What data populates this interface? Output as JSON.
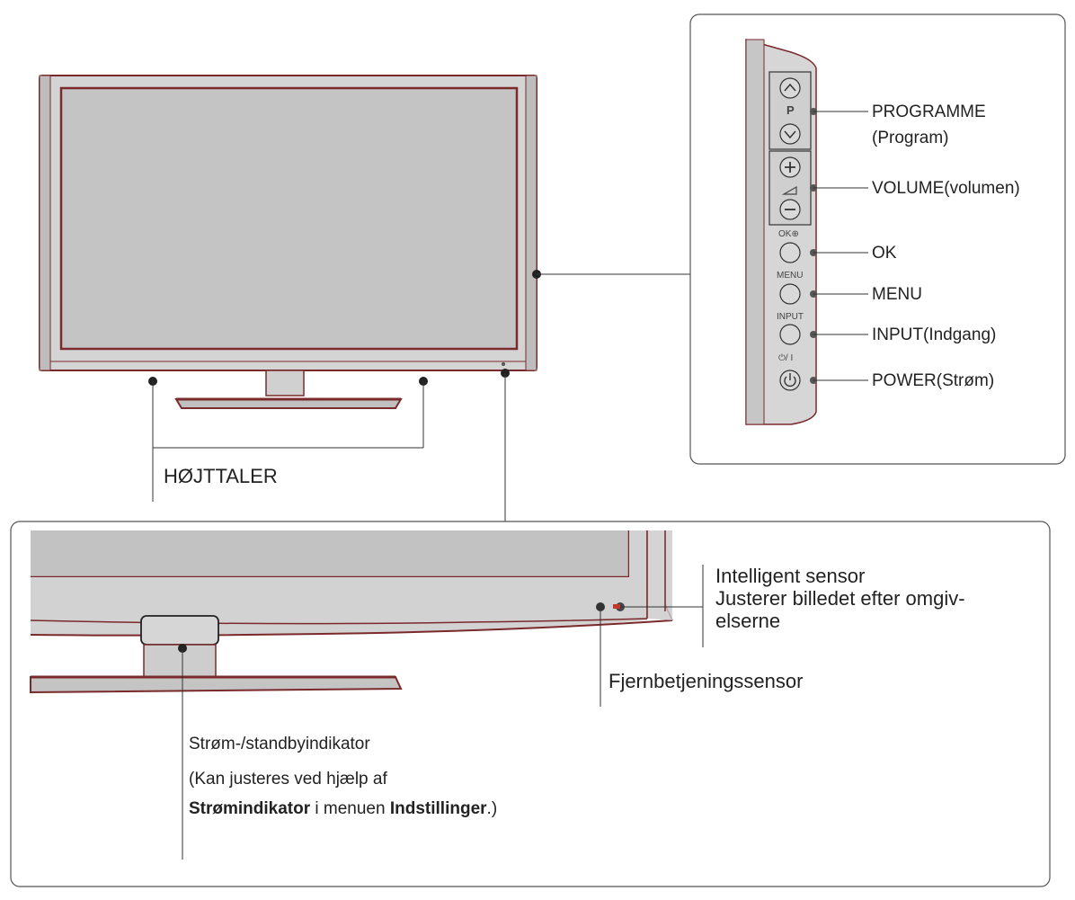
{
  "colors": {
    "frame": "#7a2a2a",
    "bezel": "#cfcfcf",
    "panel": "#c8c8c8",
    "line": "#333333"
  },
  "side_panel": {
    "button_labels": {
      "p": "P",
      "vol": "⊿",
      "ok": "OK⊕",
      "menu": "MENU",
      "input": "INPUT",
      "power": "⏻/ I"
    },
    "callouts": {
      "programme_line1": "PROGRAMME",
      "programme_line2": "(Program)",
      "volume": "VOLUME(volumen)",
      "ok": "OK",
      "menu": "MENU",
      "input": "INPUT(Indgang)",
      "power": "POWER(Strøm)"
    }
  },
  "front": {
    "speaker_label": "HØJTTALER"
  },
  "detail": {
    "intelligent_sensor_line1": "Intelligent sensor",
    "intelligent_sensor_line2": "Justerer billedet efter omgiv-",
    "intelligent_sensor_line3": "elserne",
    "remote_sensor": "Fjernbetjeningssensor",
    "standby_indicator": "Strøm-/standbyindikator",
    "note_line1": "(Kan justeres ved hjælp af",
    "note_bold1": "Strømindikator",
    "note_mid": " i menuen ",
    "note_bold2": "Indstillinger",
    "note_end": ".)"
  }
}
